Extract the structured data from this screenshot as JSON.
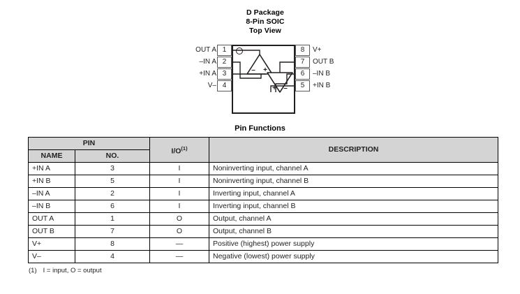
{
  "package": {
    "title_lines": [
      "D Package",
      "8-Pin SOIC",
      "Top View"
    ],
    "left_pins": [
      {
        "label": "OUT A",
        "number": "1"
      },
      {
        "label": "–IN A",
        "number": "2"
      },
      {
        "label": "+IN A",
        "number": "3"
      },
      {
        "label": "V–",
        "number": "4"
      }
    ],
    "right_pins": [
      {
        "label": "V+",
        "number": "8"
      },
      {
        "label": "OUT B",
        "number": "7"
      },
      {
        "label": "–IN B",
        "number": "6"
      },
      {
        "label": "+IN B",
        "number": "5"
      }
    ],
    "amp_a": {
      "minus": "–",
      "plus": "+"
    },
    "amp_b": {
      "plus": "+",
      "minus": "–"
    }
  },
  "table": {
    "title": "Pin Functions",
    "headers": {
      "pin_group": "PIN",
      "name": "NAME",
      "no": "NO.",
      "io": "I/O",
      "io_footnote": "(1)",
      "description": "DESCRIPTION"
    },
    "rows": [
      {
        "name": "+IN A",
        "no": "3",
        "io": "I",
        "description": "Noninverting input, channel A"
      },
      {
        "name": "+IN B",
        "no": "5",
        "io": "I",
        "description": "Noninverting input, channel B"
      },
      {
        "name": "–IN A",
        "no": "2",
        "io": "I",
        "description": "Inverting input, channel A"
      },
      {
        "name": "–IN B",
        "no": "6",
        "io": "I",
        "description": "Inverting input, channel B"
      },
      {
        "name": "OUT A",
        "no": "1",
        "io": "O",
        "description": "Output, channel A"
      },
      {
        "name": "OUT B",
        "no": "7",
        "io": "O",
        "description": "Output, channel B"
      },
      {
        "name": "V+",
        "no": "8",
        "io": "—",
        "description": "Positive (highest) power supply"
      },
      {
        "name": "V–",
        "no": "4",
        "io": "—",
        "description": "Negative (lowest) power supply"
      }
    ]
  },
  "footnote": {
    "marker": "(1)",
    "text": "I = input, O = output"
  },
  "colors": {
    "header_fill": "#d4d4d4",
    "line": "#000000",
    "ink": "#231f20",
    "pin_box_stroke": "#58595b"
  }
}
